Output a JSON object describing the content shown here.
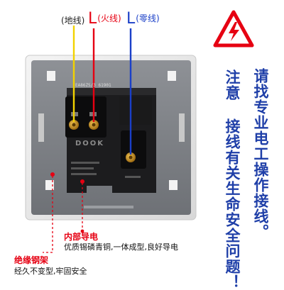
{
  "wires": {
    "ground": {
      "letter": "",
      "label": "(地线)"
    },
    "live": {
      "letter": "L",
      "label": "(火线)"
    },
    "neutral": {
      "letter": "L",
      "label": "(零线)"
    }
  },
  "panel": {
    "model_text": "EA86ZS/3  61901",
    "brand_text": "DOOK"
  },
  "notice": {
    "col1": "请找专业电工操作接线。",
    "col2": "注意 接线有关生命安全问题！"
  },
  "callouts": {
    "conductor_title": "内部导电",
    "conductor_desc": "优质锡磷青铜,一体成型,良好导电",
    "frame_title": "绝缘钢架",
    "frame_desc": "经久不变型,牢固安全"
  },
  "colors": {
    "live_wire": "#e60012",
    "neutral_wire": "#1a3fc8",
    "ground_wire": "#f2d200",
    "warning": "#e60012",
    "notice_blue": "#1f3fa8"
  }
}
